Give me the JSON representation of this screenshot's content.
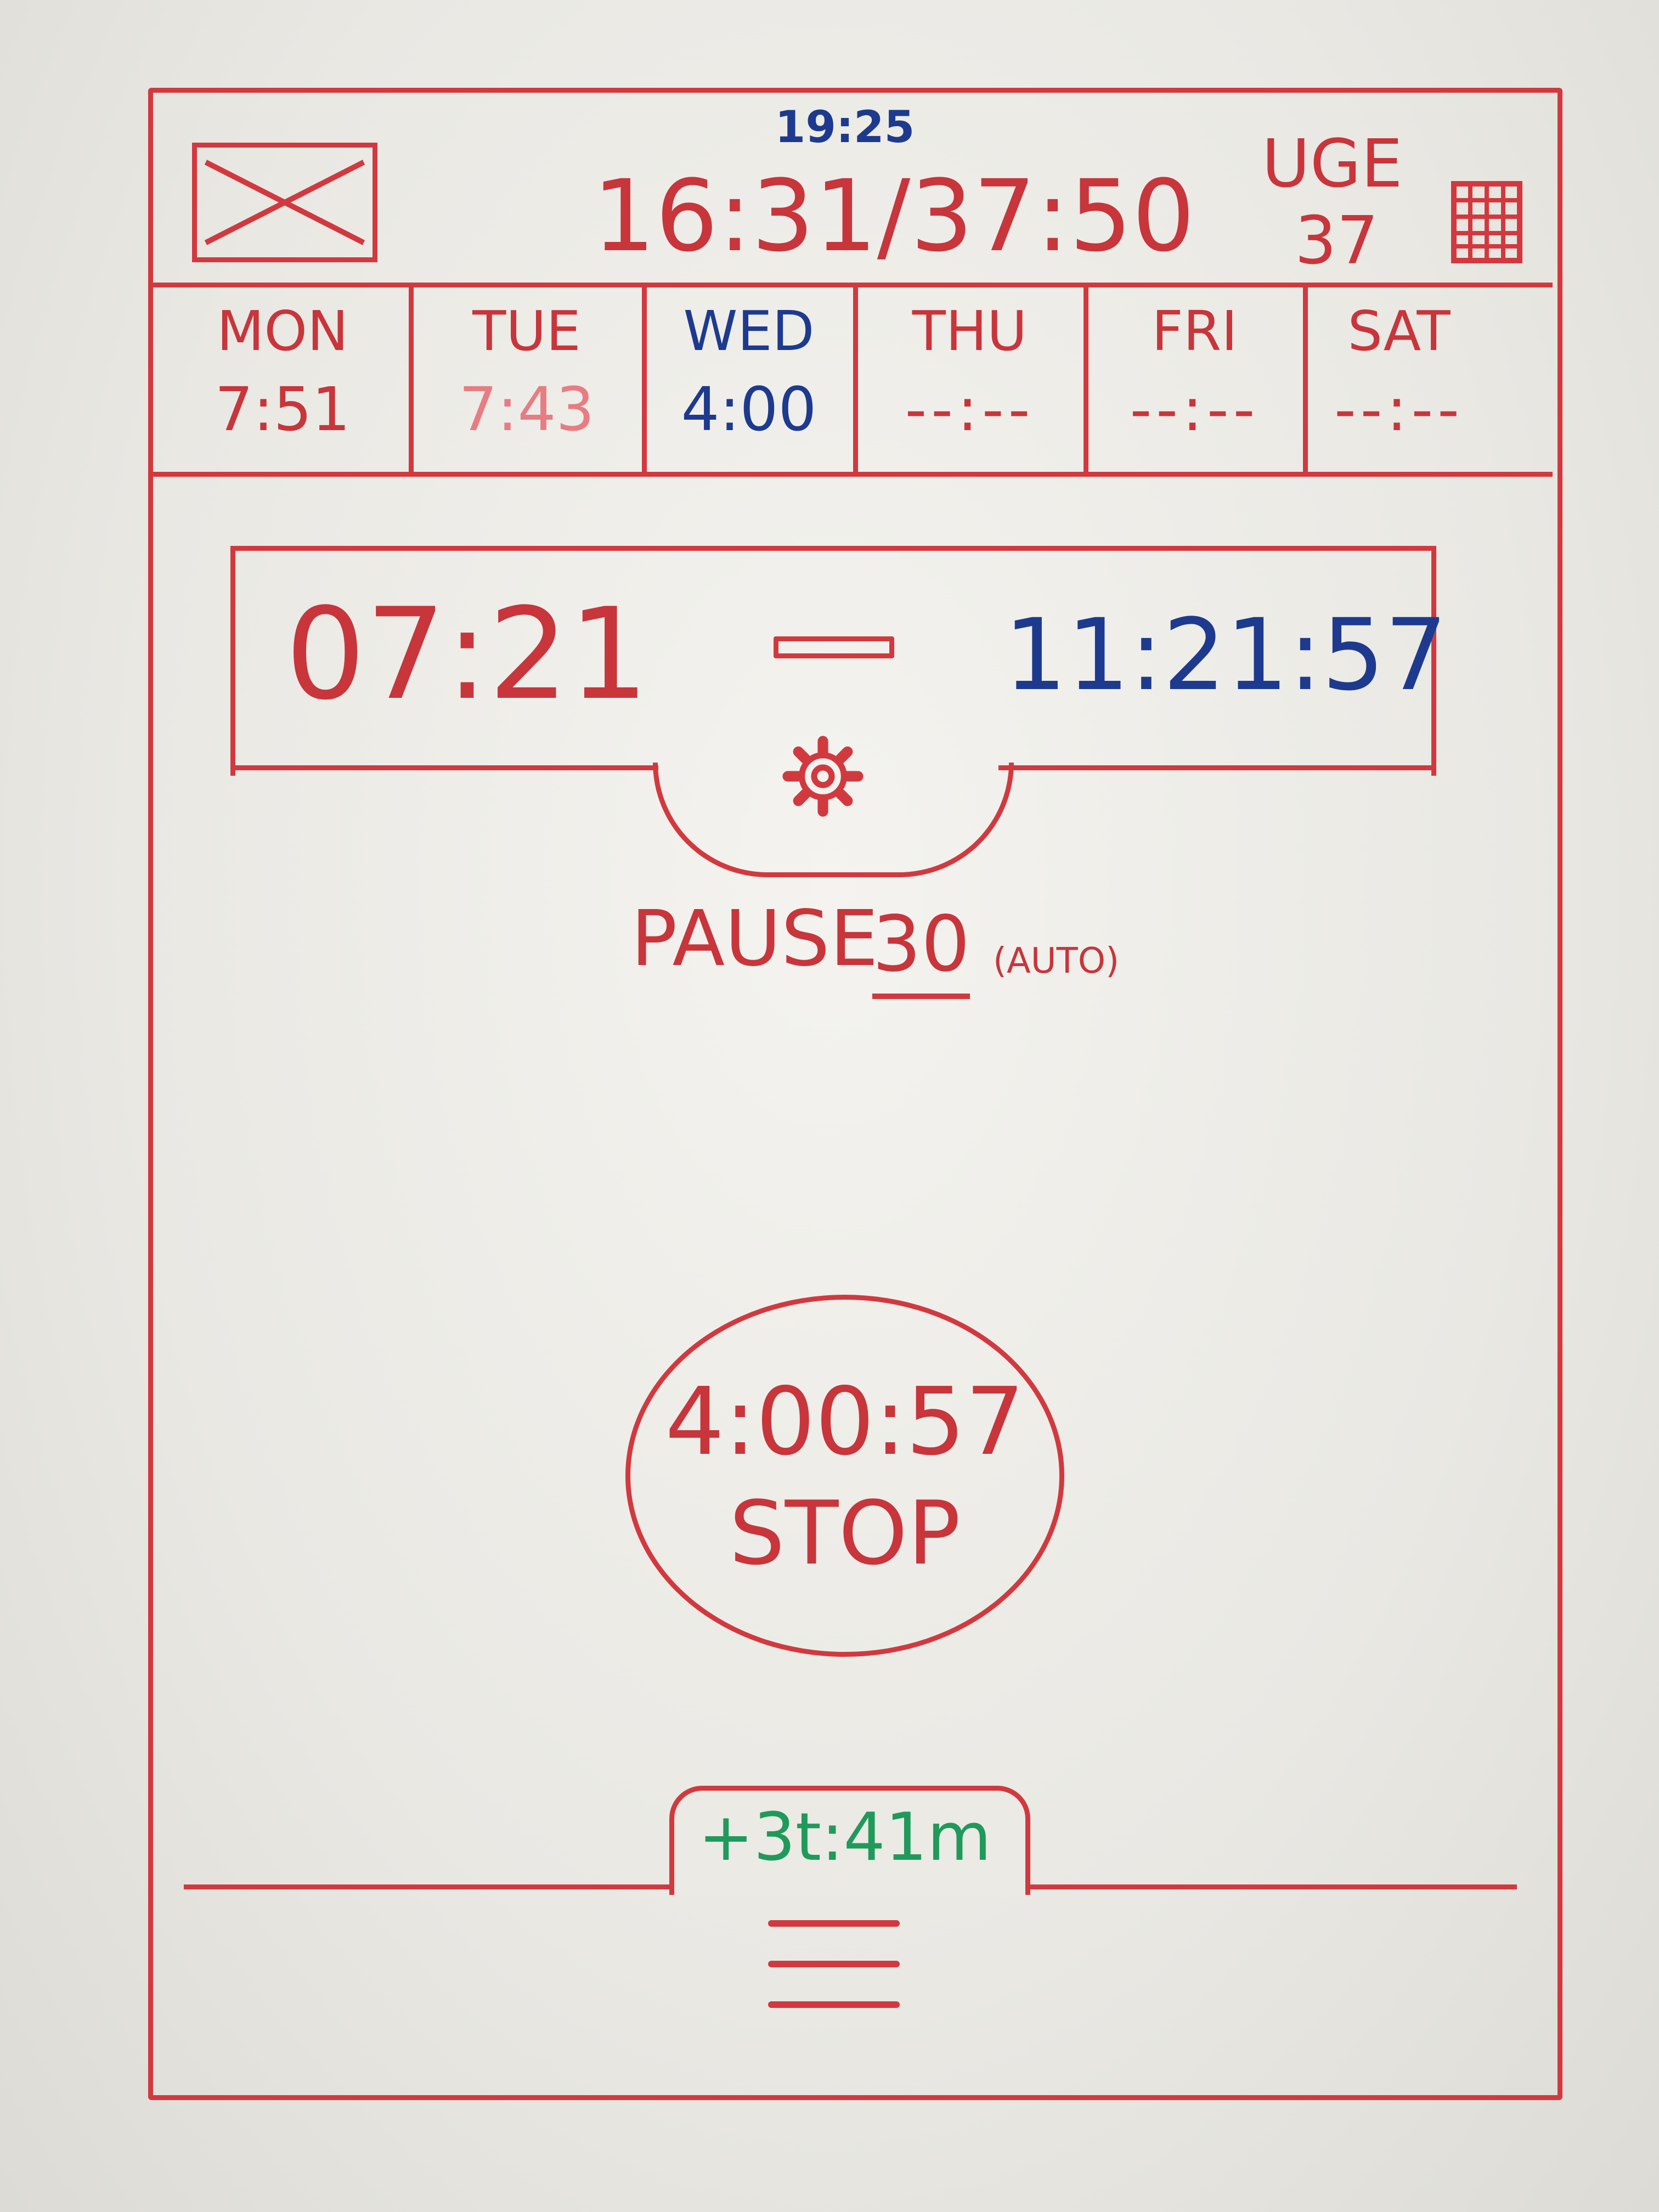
{
  "header": {
    "target_time": "19:25",
    "week_hours": "16:31/37:50",
    "week_label": "UGE",
    "week_number": "37",
    "logo_icon": "image-placeholder-icon",
    "calendar_icon": "calendar-icon"
  },
  "days": [
    {
      "name": "MON",
      "value": "7:51"
    },
    {
      "name": "TUE",
      "value": "7:43"
    },
    {
      "name": "WED",
      "value": "4:00"
    },
    {
      "name": "THU",
      "value": "--:--"
    },
    {
      "name": "FRI",
      "value": "--:--"
    },
    {
      "name": "SAT",
      "value": "--:--"
    }
  ],
  "session": {
    "start": "07:21",
    "now": "11:21:57",
    "settings_icon": "gear-icon"
  },
  "pause": {
    "label": "PAUSE",
    "minutes": "30",
    "mode": "(AUTO)"
  },
  "timer": {
    "elapsed": "4:00:57",
    "action": "STOP"
  },
  "footer": {
    "balance": "+3t:41m",
    "menu_icon": "hamburger-menu-icon"
  },
  "colors": {
    "ink_red": "#c8353b",
    "ink_blue": "#1d3a8f",
    "ink_green": "#1f9a5a"
  }
}
